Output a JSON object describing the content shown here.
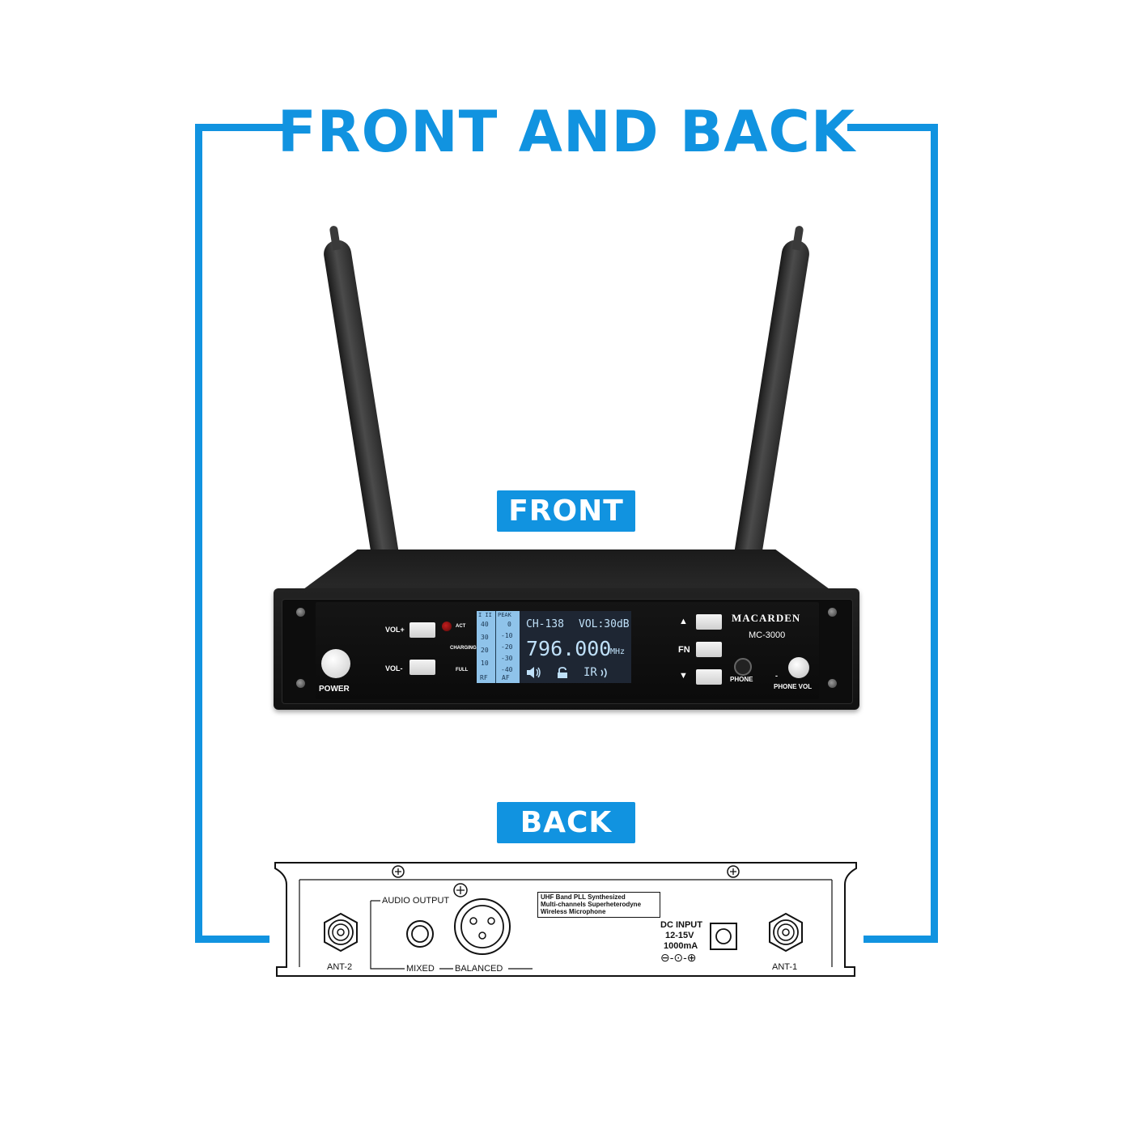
{
  "title": "FRONT AND BACK",
  "front_tag": "FRONT",
  "back_tag": "BACK",
  "colors": {
    "accent": "#1193e0",
    "lcd": "#8fc3ea",
    "chassis": "#111111"
  },
  "front": {
    "brand": "MACARDEN",
    "model": "MC-3000",
    "vol_plus": "VOL+",
    "vol_minus": "VOL-",
    "act": "ACT",
    "charging": "CHARGING",
    "full": "FULL",
    "power": "POWER",
    "fn": "FN",
    "up_arrow": "▲",
    "down_arrow": "▼",
    "phone": "PHONE",
    "phone_vol": "PHONE VOL",
    "phone_vol_minus": "-",
    "lcd": {
      "col1_header": "I II",
      "col1_values": [
        "40",
        "30",
        "20",
        "10"
      ],
      "col1_footer": "RF",
      "col2_header": "PEAK",
      "col2_values": [
        "0",
        "-10",
        "-20",
        "-30",
        "-40"
      ],
      "col2_footer": "AF",
      "channel": "CH-138",
      "volume": "VOL:30dB",
      "frequency": "796.000",
      "unit": "MHz",
      "ir": "IR",
      "icons": [
        "speaker-icon",
        "lock-icon",
        "ir-signal-icon"
      ]
    }
  },
  "back": {
    "audio_output": "AUDIO OUTPUT",
    "mixed": "MIXED",
    "balanced": "BALANCED",
    "ant2": "ANT-2",
    "ant1": "ANT-1",
    "spec_lines": [
      "UHF Band PLL Synthesized",
      "Multi-channels Superheterodyne",
      "Wireless Microphone"
    ],
    "dc_lines": [
      "DC INPUT",
      "12-15V",
      "1000mA"
    ],
    "polarity": "⊖-⊙-⊕"
  }
}
